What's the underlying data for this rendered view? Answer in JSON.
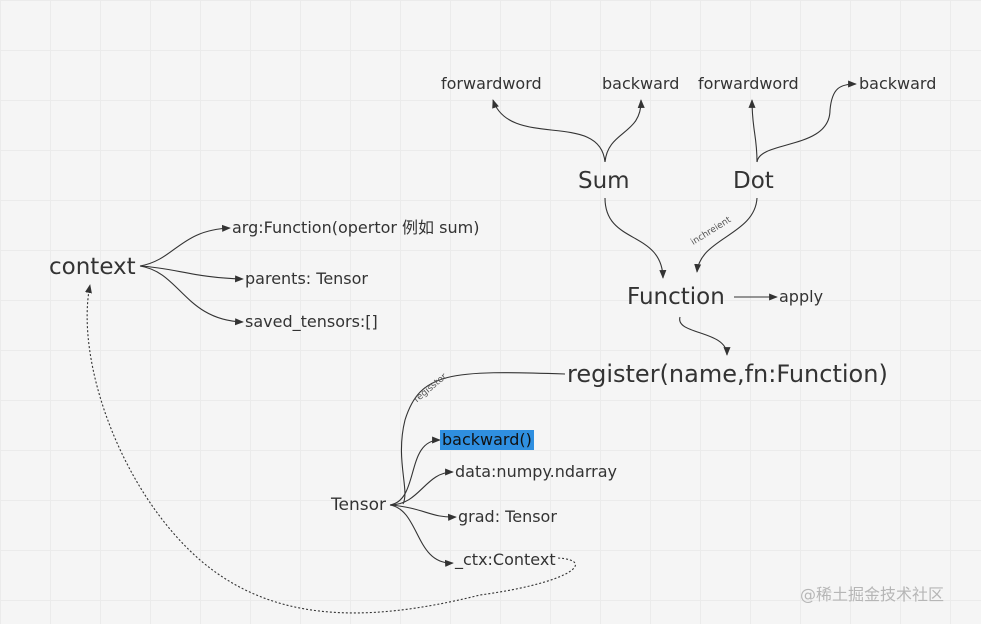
{
  "nodes": {
    "context": "context",
    "arg": "arg:Function(opertor 例如 sum)",
    "parents": "parents: Tensor",
    "saved_tensors": "saved_tensors:[]",
    "sum": "Sum",
    "dot": "Dot",
    "sum_forward": "forwardword",
    "sum_backward": "backward",
    "dot_forward": "forwardword",
    "dot_backward": "backward",
    "function": "Function",
    "apply": "apply",
    "register": "register(name,fn:Function)",
    "tensor": "Tensor",
    "backward_method": "backward()",
    "data": "data:numpy.ndarray",
    "grad": "grad: Tensor",
    "ctx": "_ctx:Context"
  },
  "edge_labels": {
    "inchreient": "inchreient",
    "regisster": "regisster"
  },
  "watermark": "@稀土掘金技术社区",
  "colors": {
    "background": "#f5f5f5",
    "grid": "#ebebeb",
    "line": "#333333",
    "highlight": "#2f8fe0"
  }
}
